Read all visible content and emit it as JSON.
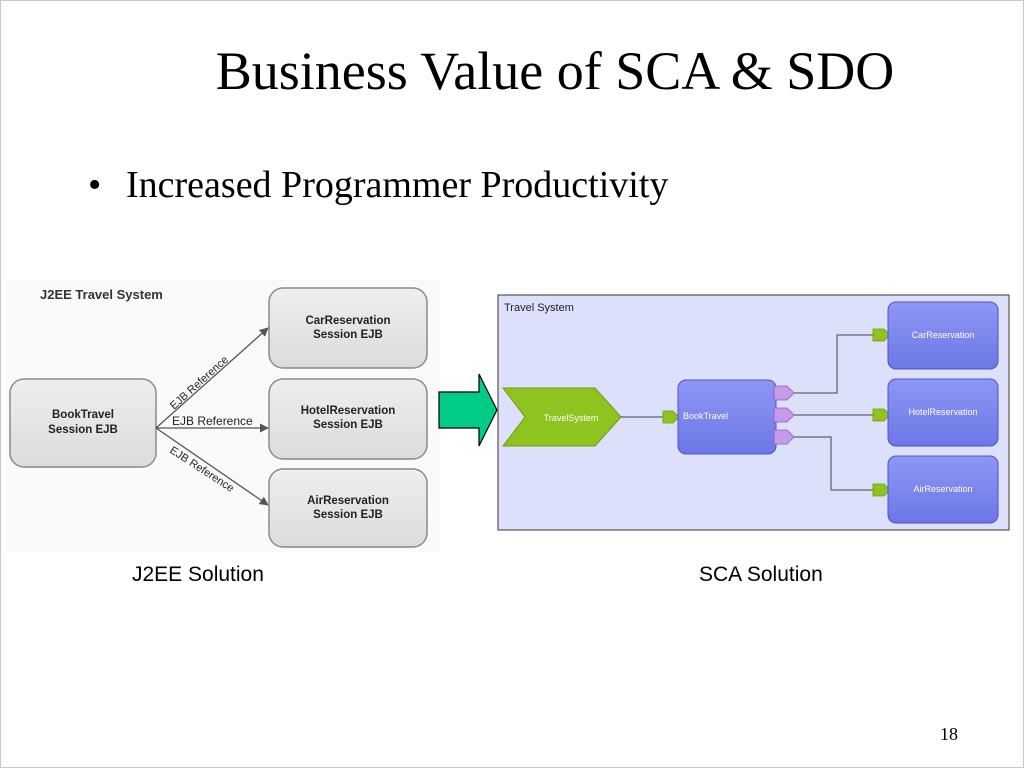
{
  "slide": {
    "title": "Business Value of SCA & SDO",
    "bullet": "Increased Programmer Productivity",
    "bullet_marker": "•",
    "slide_number": "18"
  },
  "j2ee_diagram": {
    "title": "J2EE Travel System",
    "source": {
      "line1": "BookTravel",
      "line2": "Session EJB"
    },
    "targets": [
      {
        "line1": "CarReservation",
        "line2": "Session EJB"
      },
      {
        "line1": "HotelReservation",
        "line2": "Session EJB"
      },
      {
        "line1": "AirReservation",
        "line2": "Session EJB"
      }
    ],
    "reference_labels": [
      "EJB Reference",
      "EJB Reference",
      "EJB Reference"
    ],
    "caption": "J2EE Solution"
  },
  "sca_diagram": {
    "title": "Travel System",
    "entry_service": "TravelSystem",
    "component": "BookTravel",
    "targets": [
      "CarReservation",
      "HotelReservation",
      "AirReservation"
    ],
    "caption": "SCA Solution"
  },
  "colors": {
    "j2ee_box_fill": "#e4e4e4",
    "transition_arrow": "#00cc88",
    "sca_background": "#dde0fb",
    "sca_component": "#7a84ef",
    "sca_service": "#8fc31f",
    "sca_reference": "#c59ae8"
  },
  "icons": {
    "transition": "right-arrow-icon"
  }
}
